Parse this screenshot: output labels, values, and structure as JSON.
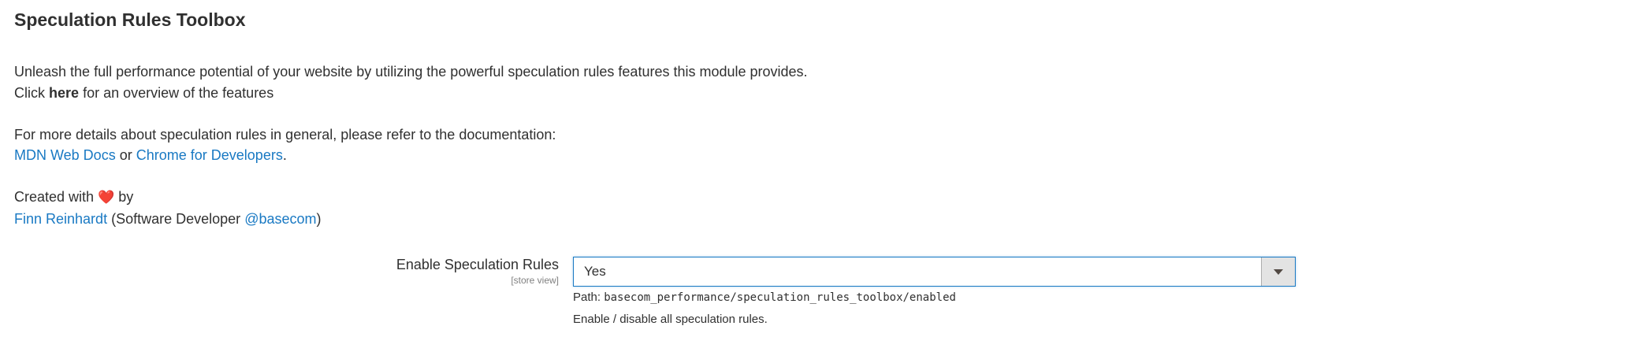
{
  "section": {
    "title": "Speculation Rules Toolbox"
  },
  "intro": {
    "line1": "Unleash the full performance potential of your website by utilizing the powerful speculation rules features this module provides.",
    "click_prefix": "Click",
    "here_link": "here",
    "click_suffix": "for an overview of the features",
    "docs_text": "For more details about speculation rules in general, please refer to the documentation:",
    "mdn_link": "MDN Web Docs",
    "or_text": "or",
    "chrome_link": "Chrome for Developers",
    "period": ".",
    "created_prefix": "Created with",
    "heart": "❤️",
    "created_suffix": "by",
    "author_link": "Finn Reinhardt",
    "role_prefix": "(Software Developer",
    "company_link": "@basecom",
    "role_suffix": ")"
  },
  "field": {
    "label": "Enable Speculation Rules",
    "scope": "[store view]",
    "value": "Yes",
    "path_label": "Path:",
    "path_value": "basecom_performance/speculation_rules_toolbox/enabled",
    "comment": "Enable / disable all speculation rules."
  },
  "colors": {
    "link": "#1979c3",
    "text": "#303030",
    "focus_border": "#1979c3"
  }
}
